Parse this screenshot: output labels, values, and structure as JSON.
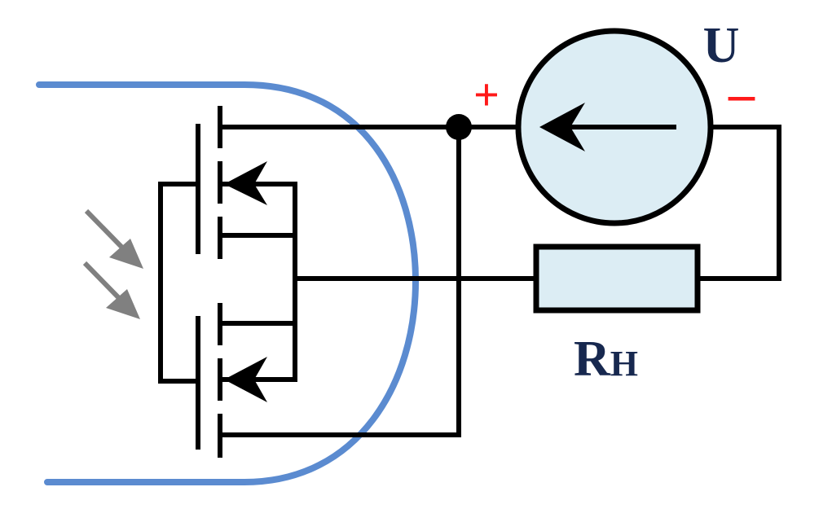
{
  "labels": {
    "source_voltage": "U",
    "plus_sign": "+",
    "minus_sign": "–",
    "load_main": "R",
    "load_sub": "H"
  },
  "colors": {
    "wire": "#000000",
    "package_outline": "#5b8bd0",
    "source_fill": "#dcedf4",
    "resistor_fill": "#dcedf4",
    "label_text": "#17284f",
    "polarity_marks": "#ff1a1a",
    "light_arrows": "#808080"
  },
  "icons": {
    "light": "light-incidence-arrows-icon",
    "source_arrow": "left-arrow-icon"
  }
}
